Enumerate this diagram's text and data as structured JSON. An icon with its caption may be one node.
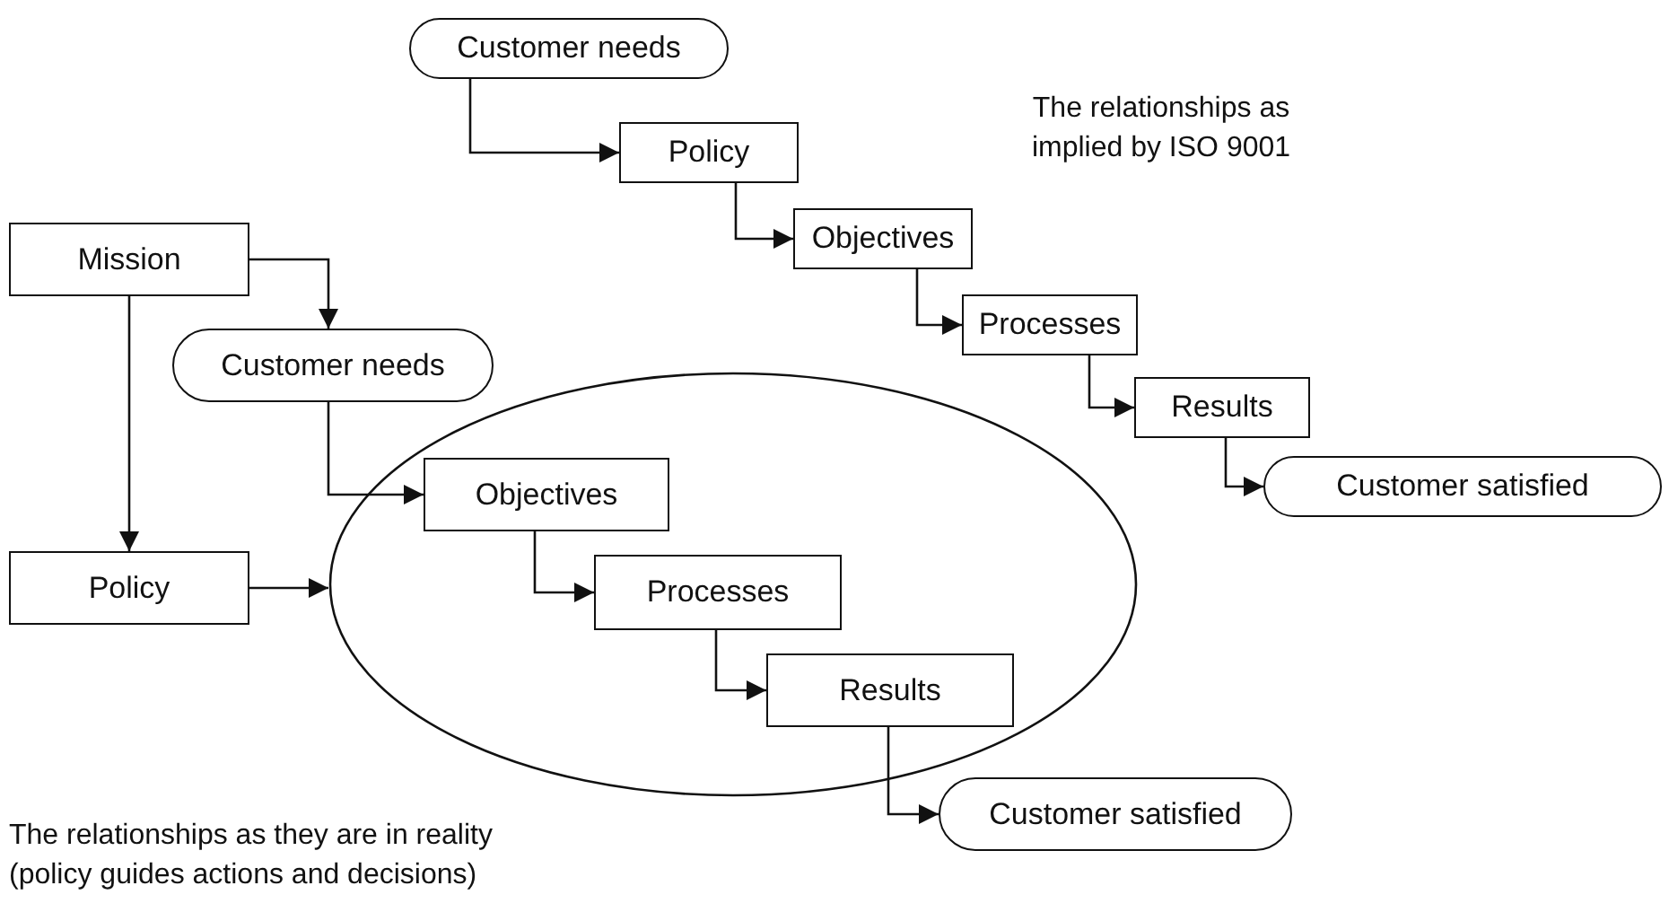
{
  "diagram": {
    "nodes": [
      {
        "text": [
          "Customer needs"
        ]
      },
      {
        "text": [
          "Policy"
        ]
      },
      {
        "text": [
          "Objectives"
        ]
      },
      {
        "text": [
          "Processes"
        ]
      },
      {
        "text": [
          "Results"
        ]
      },
      {
        "text": [
          "Customer satisfied"
        ]
      },
      {
        "text": [
          "Mission"
        ]
      },
      {
        "text": [
          "Customer needs"
        ]
      },
      {
        "text": [
          "Policy"
        ]
      },
      {
        "text": [],
        "shape": "ellipse"
      },
      {
        "text": [
          "Objectives"
        ],
        "in": 9
      },
      {
        "text": [
          "Processes"
        ],
        "in": 9
      },
      {
        "text": [
          "Results"
        ],
        "in": 9
      },
      {
        "text": [
          "Customer satisfied"
        ]
      }
    ],
    "edges": [
      {
        "from": 0,
        "to": 1,
        "arrow": "to"
      },
      {
        "from": 1,
        "to": 2,
        "arrow": "to"
      },
      {
        "from": 2,
        "to": 3,
        "arrow": "to"
      },
      {
        "from": 3,
        "to": 4,
        "arrow": "to"
      },
      {
        "from": 4,
        "to": 5,
        "arrow": "to"
      },
      {
        "from": 6,
        "to": 7,
        "arrow": "to"
      },
      {
        "from": 6,
        "to": 8,
        "arrow": "to"
      },
      {
        "from": 7,
        "to": 10,
        "arrow": "to"
      },
      {
        "from": 8,
        "to": 9,
        "arrow": "to"
      },
      {
        "from": 10,
        "to": 11,
        "arrow": "to"
      },
      {
        "from": 11,
        "to": 12,
        "arrow": "to"
      },
      {
        "from": 12,
        "to": 13,
        "arrow": "to"
      }
    ],
    "labels": [
      "The relationships as implied by ISO 9001",
      "The relationships as they are in reality (policy guides actions and decisions)"
    ]
  }
}
